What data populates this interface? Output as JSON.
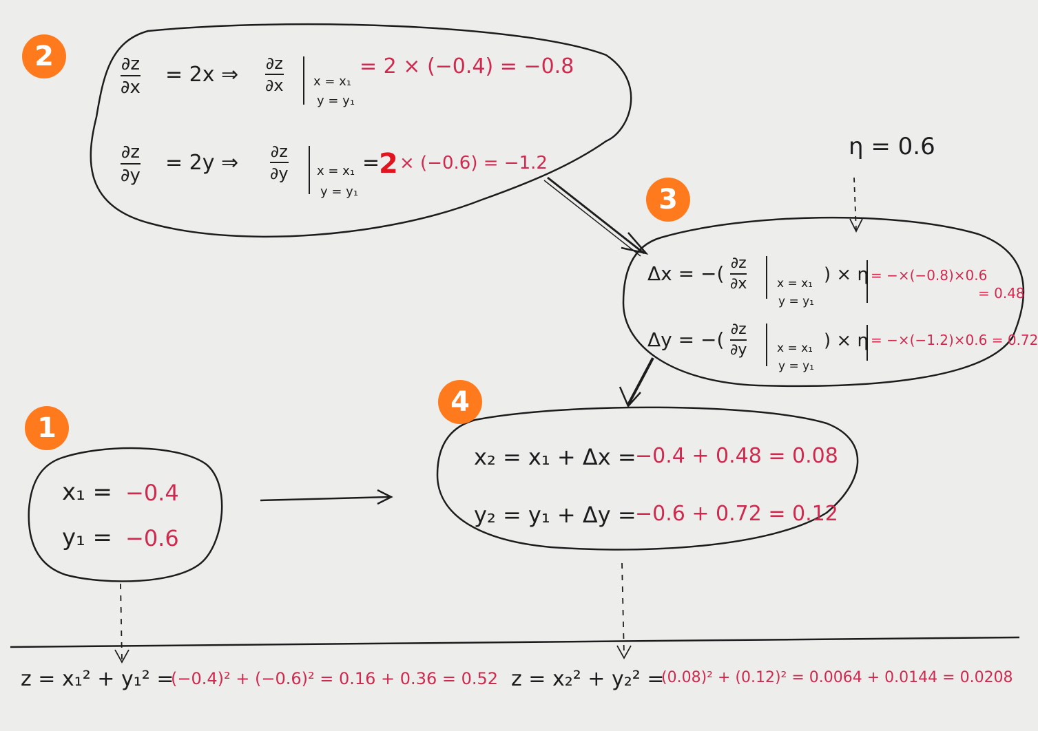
{
  "badges": {
    "one": "1",
    "two": "2",
    "three": "3",
    "four": "4"
  },
  "step1": {
    "x1_lhs": "x₁ = ",
    "x1_val": "−0.4",
    "y1_lhs": "y₁ = ",
    "y1_val": "−0.6"
  },
  "step2": {
    "dz": "∂z",
    "dx": "∂x",
    "dy": "∂y",
    "eq_x": "= 2x ⇒",
    "eq_y": "= 2y ⇒",
    "cond_x": "x = x₁",
    "cond_y": "y = y₁",
    "val_x": "= 2 × (−0.4) = −0.8",
    "big_two": "2",
    "val_y_eq": "=",
    "val_y_rest": "× (−0.6) = −1.2"
  },
  "step3": {
    "eta_label": "η = 0.6",
    "dx_lhs": "Δx = −(",
    "dy_lhs": "Δy = −(",
    "dz": "∂z",
    "dx": "∂x",
    "dy": "∂y",
    "cond_x": "x = x₁",
    "cond_y": "y = y₁",
    "times_eta": ") × η",
    "dx_val": "= −×(−0.8)×0.6",
    "dx_res": "= 0.48",
    "dy_val": "= −×(−1.2)×0.6 = 0.72"
  },
  "step4": {
    "x2_lhs": "x₂ = x₁ + Δx =",
    "x2_val": " −0.4 + 0.48 = 0.08",
    "y2_lhs": "y₂ = y₁ + Δy =",
    "y2_val": " −0.6 + 0.72 = 0.12"
  },
  "bottom": {
    "z1_lhs": "z = x₁² + y₁² =",
    "z1_val": " (−0.4)² + (−0.6)² = 0.16 + 0.36 = 0.52",
    "z2_lhs": "z = x₂² + y₂² =",
    "z2_val": " (0.08)² + (0.12)² = 0.0064 + 0.0144 = 0.0208"
  },
  "colors": {
    "ink": "#1c1c1c",
    "red_value": "#d0294e",
    "badge_orange": "#ff7a1c",
    "highlight_red": "#e0151f",
    "paper": "#ededec"
  }
}
